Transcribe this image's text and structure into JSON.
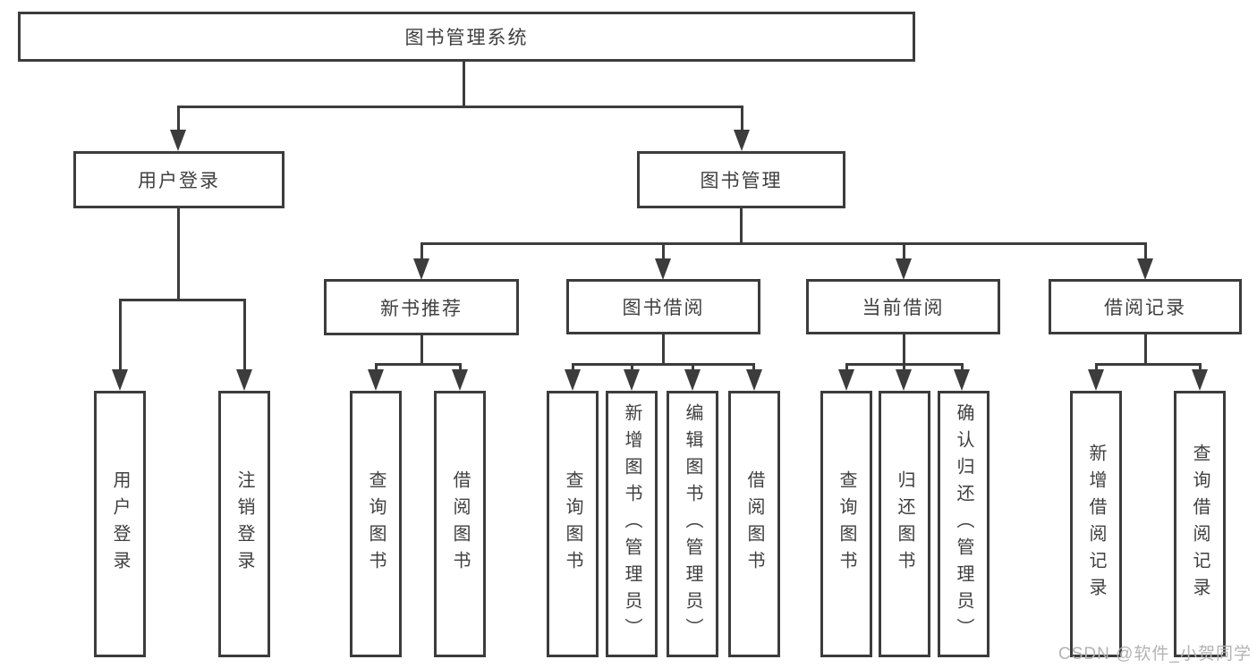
{
  "tree": {
    "label": "图书管理系统",
    "children": [
      {
        "label": "用户登录",
        "children": [
          {
            "label": "用户登录"
          },
          {
            "label": "注销登录"
          }
        ]
      },
      {
        "label": "图书管理",
        "children": [
          {
            "label": "新书推荐",
            "children": [
              {
                "label": "查询图书"
              },
              {
                "label": "借阅图书"
              }
            ]
          },
          {
            "label": "图书借阅",
            "children": [
              {
                "label": "查询图书"
              },
              {
                "label": "新增图书（管理员）"
              },
              {
                "label": "编辑图书（管理员）"
              },
              {
                "label": "借阅图书"
              }
            ]
          },
          {
            "label": "当前借阅",
            "children": [
              {
                "label": "查询图书"
              },
              {
                "label": "归还图书"
              },
              {
                "label": "确认归还（管理员）"
              }
            ]
          },
          {
            "label": "借阅记录",
            "children": [
              {
                "label": "新增借阅记录"
              },
              {
                "label": "查询借阅记录"
              }
            ]
          }
        ]
      }
    ]
  },
  "watermark": {
    "text": "CSDN @软件_小贺同学"
  },
  "colors": {
    "line": "#3c3c3c",
    "text": "#3f3f3f",
    "watermark": "#b3b3b3",
    "background": "#ffffff"
  }
}
